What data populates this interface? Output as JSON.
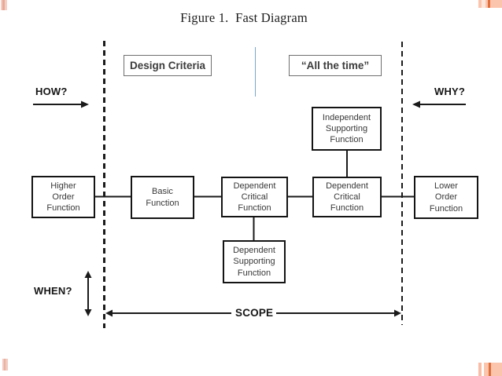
{
  "title": "Figure 1.  Fast Diagram",
  "header_labels": {
    "design_criteria": "Design Criteria",
    "all_the_time": "“All the time”"
  },
  "direction_labels": {
    "how": "HOW?",
    "why": "WHY?",
    "when": "WHEN?",
    "scope": "SCOPE"
  },
  "boxes": {
    "higher_order": "Higher\nOrder\nFunction",
    "basic": "Basic\nFunction",
    "dependent_critical_1": "Dependent\nCritical\nFunction",
    "dependent_critical_2": "Dependent\nCritical\nFunction",
    "independent_supporting": "Independent\nSupporting\nFunction",
    "dependent_supporting": "Dependent\nSupporting\nFunction",
    "lower_order": "Lower\nOrder\nFunction"
  },
  "colors": {
    "function_box_border": "#141414",
    "header_box_border": "#6f6f6f",
    "box_text": "#383838",
    "connector": "#1a1a1a",
    "blue_divider": "#7ba6c6",
    "accent_salmon_light": "#fbc5ad",
    "accent_salmon_dark": "#e06f3a",
    "accent_pink_light": "#f4cfc5",
    "accent_pink_dark": "#eaa996"
  }
}
